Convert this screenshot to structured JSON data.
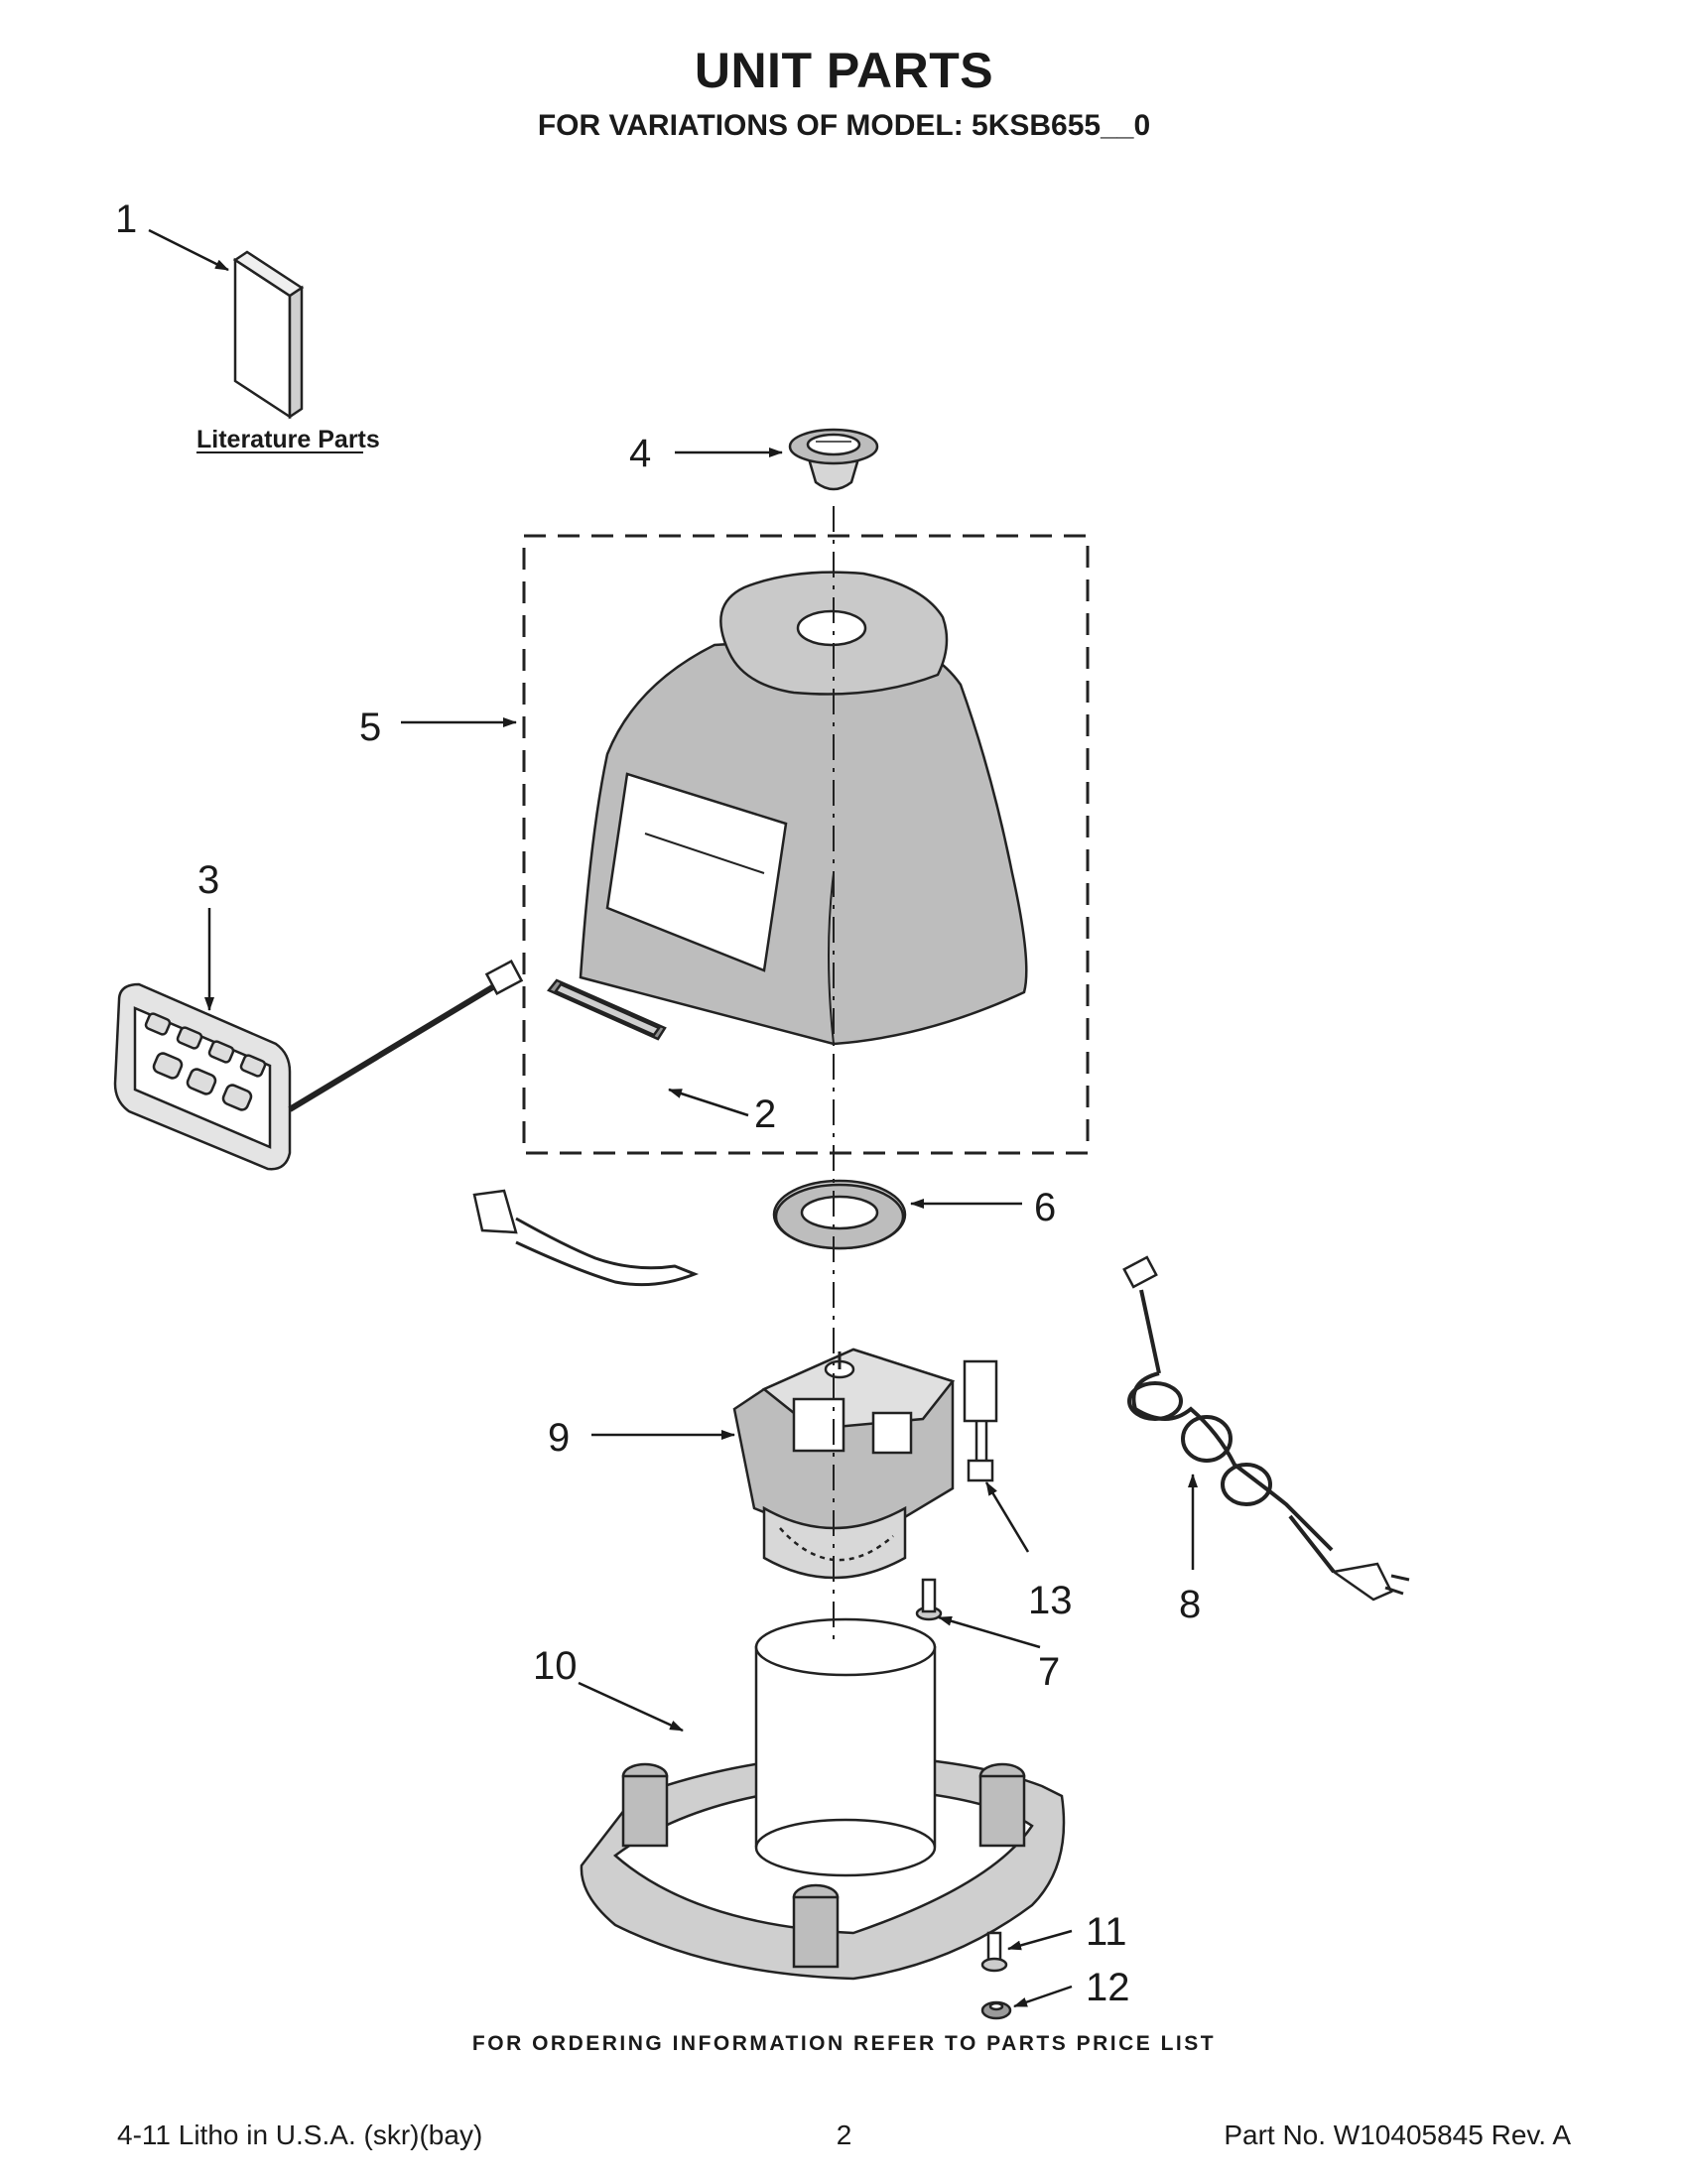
{
  "header": {
    "title": "UNIT PARTS",
    "subtitle": "FOR VARIATIONS OF MODEL: 5KSB655__0"
  },
  "literature": {
    "label": "Literature Parts"
  },
  "callouts": [
    "1",
    "2",
    "3",
    "4",
    "5",
    "6",
    "7",
    "8",
    "9",
    "10",
    "11",
    "12",
    "13"
  ],
  "footer": {
    "ordering_note": "FOR ORDERING INFORMATION REFER TO PARTS PRICE LIST",
    "litho": "4-11 Litho in U.S.A. (skr)(bay)",
    "page_number": "2",
    "part_number": "Part No. W10405845 Rev. A"
  }
}
